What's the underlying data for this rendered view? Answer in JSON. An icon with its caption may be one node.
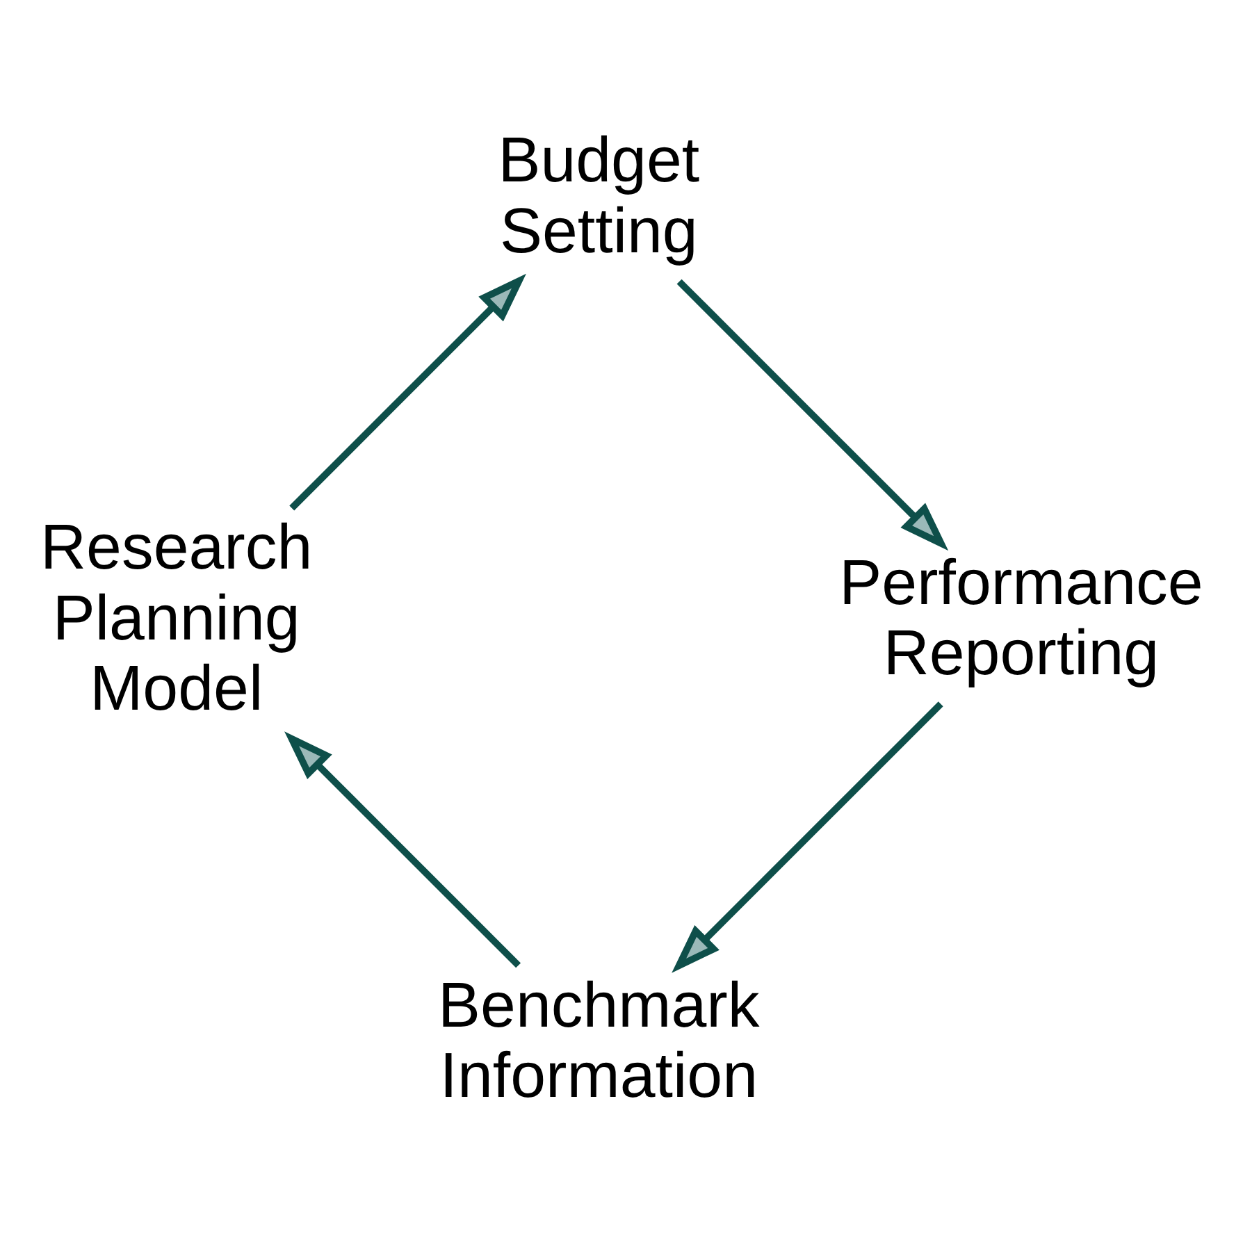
{
  "diagram": {
    "nodes": [
      {
        "text": [
          "Benchmark Information"
        ]
      },
      {
        "text": [
          "Research Planning Model"
        ]
      },
      {
        "text": [
          "Budget Setting"
        ]
      },
      {
        "text": [
          "Performance Reporting"
        ]
      }
    ],
    "edges": [
      {
        "from": 0,
        "to": 1,
        "arrow": "to"
      },
      {
        "from": 1,
        "to": 2,
        "arrow": "to"
      },
      {
        "from": 2,
        "to": 3,
        "arrow": "to"
      },
      {
        "from": 3,
        "to": 0,
        "arrow": "to"
      }
    ]
  }
}
